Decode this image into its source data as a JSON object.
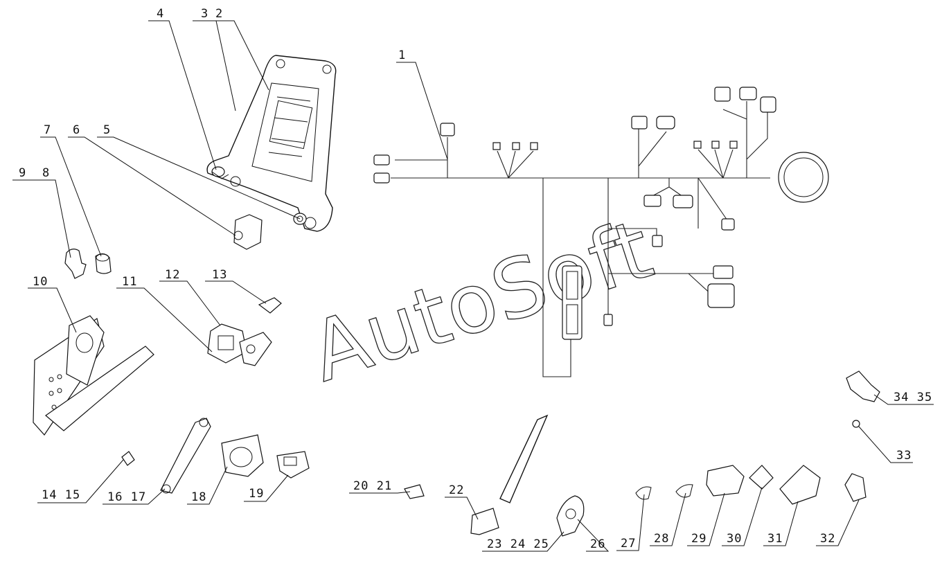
{
  "watermark": "AutoSoft",
  "callouts": [
    "1",
    "2",
    "3",
    "4",
    "5",
    "6",
    "7",
    "8",
    "9",
    "10",
    "11",
    "12",
    "13",
    "14 15",
    "16 17",
    "18",
    "19",
    "20 21",
    "22",
    "23 24 25",
    "26",
    "27",
    "28",
    "29",
    "30",
    "31",
    "32",
    "33",
    "34 35"
  ]
}
